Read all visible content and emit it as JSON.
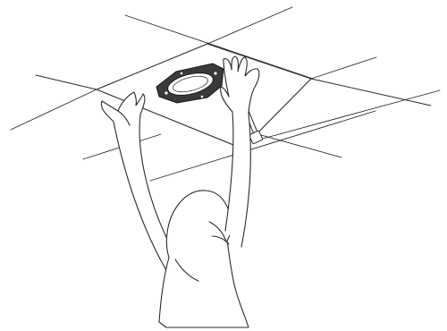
{
  "illustration": {
    "subject": "ceiling-tile-mount-installation",
    "stroke_color": "#2b2b2b",
    "fill_color": "#ffffff",
    "background_color": "#ffffff",
    "hardware_fill": "#3a3a3a",
    "parts": [
      "ceiling-grid",
      "ceiling-tile",
      "mount-plate",
      "mount-cable",
      "installer-figure"
    ]
  }
}
